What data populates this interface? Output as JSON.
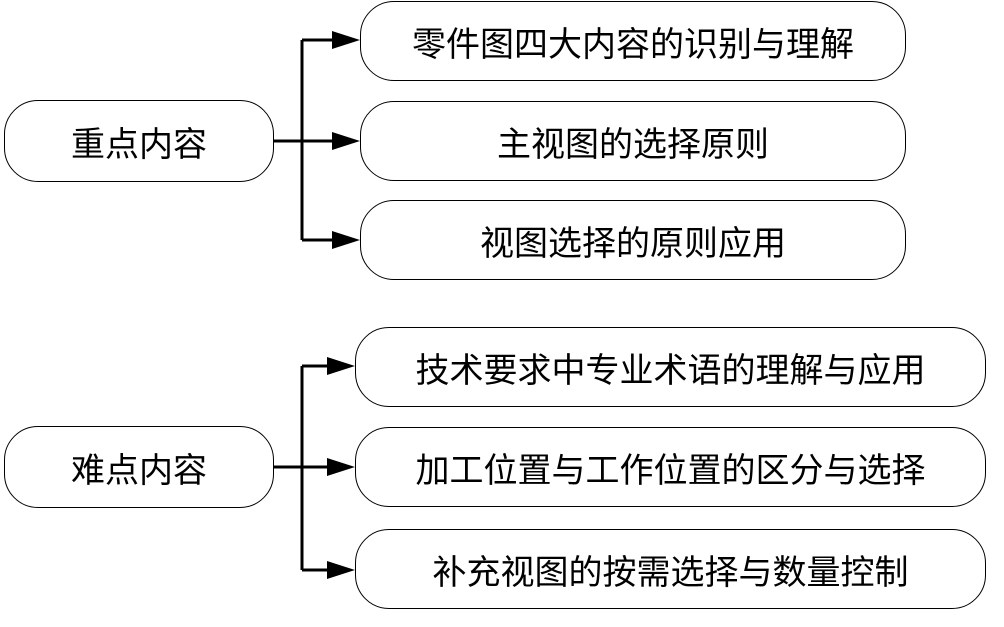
{
  "groups": [
    {
      "title": "重点内容",
      "items": [
        "零件图四大内容的识别与理解",
        "主视图的选择原则",
        "视图选择的原则应用"
      ]
    },
    {
      "title": "难点内容",
      "items": [
        "技术要求中专业术语的理解与应用",
        "加工位置与工作位置的区分与选择",
        "补充视图的按需选择与数量控制"
      ]
    }
  ]
}
